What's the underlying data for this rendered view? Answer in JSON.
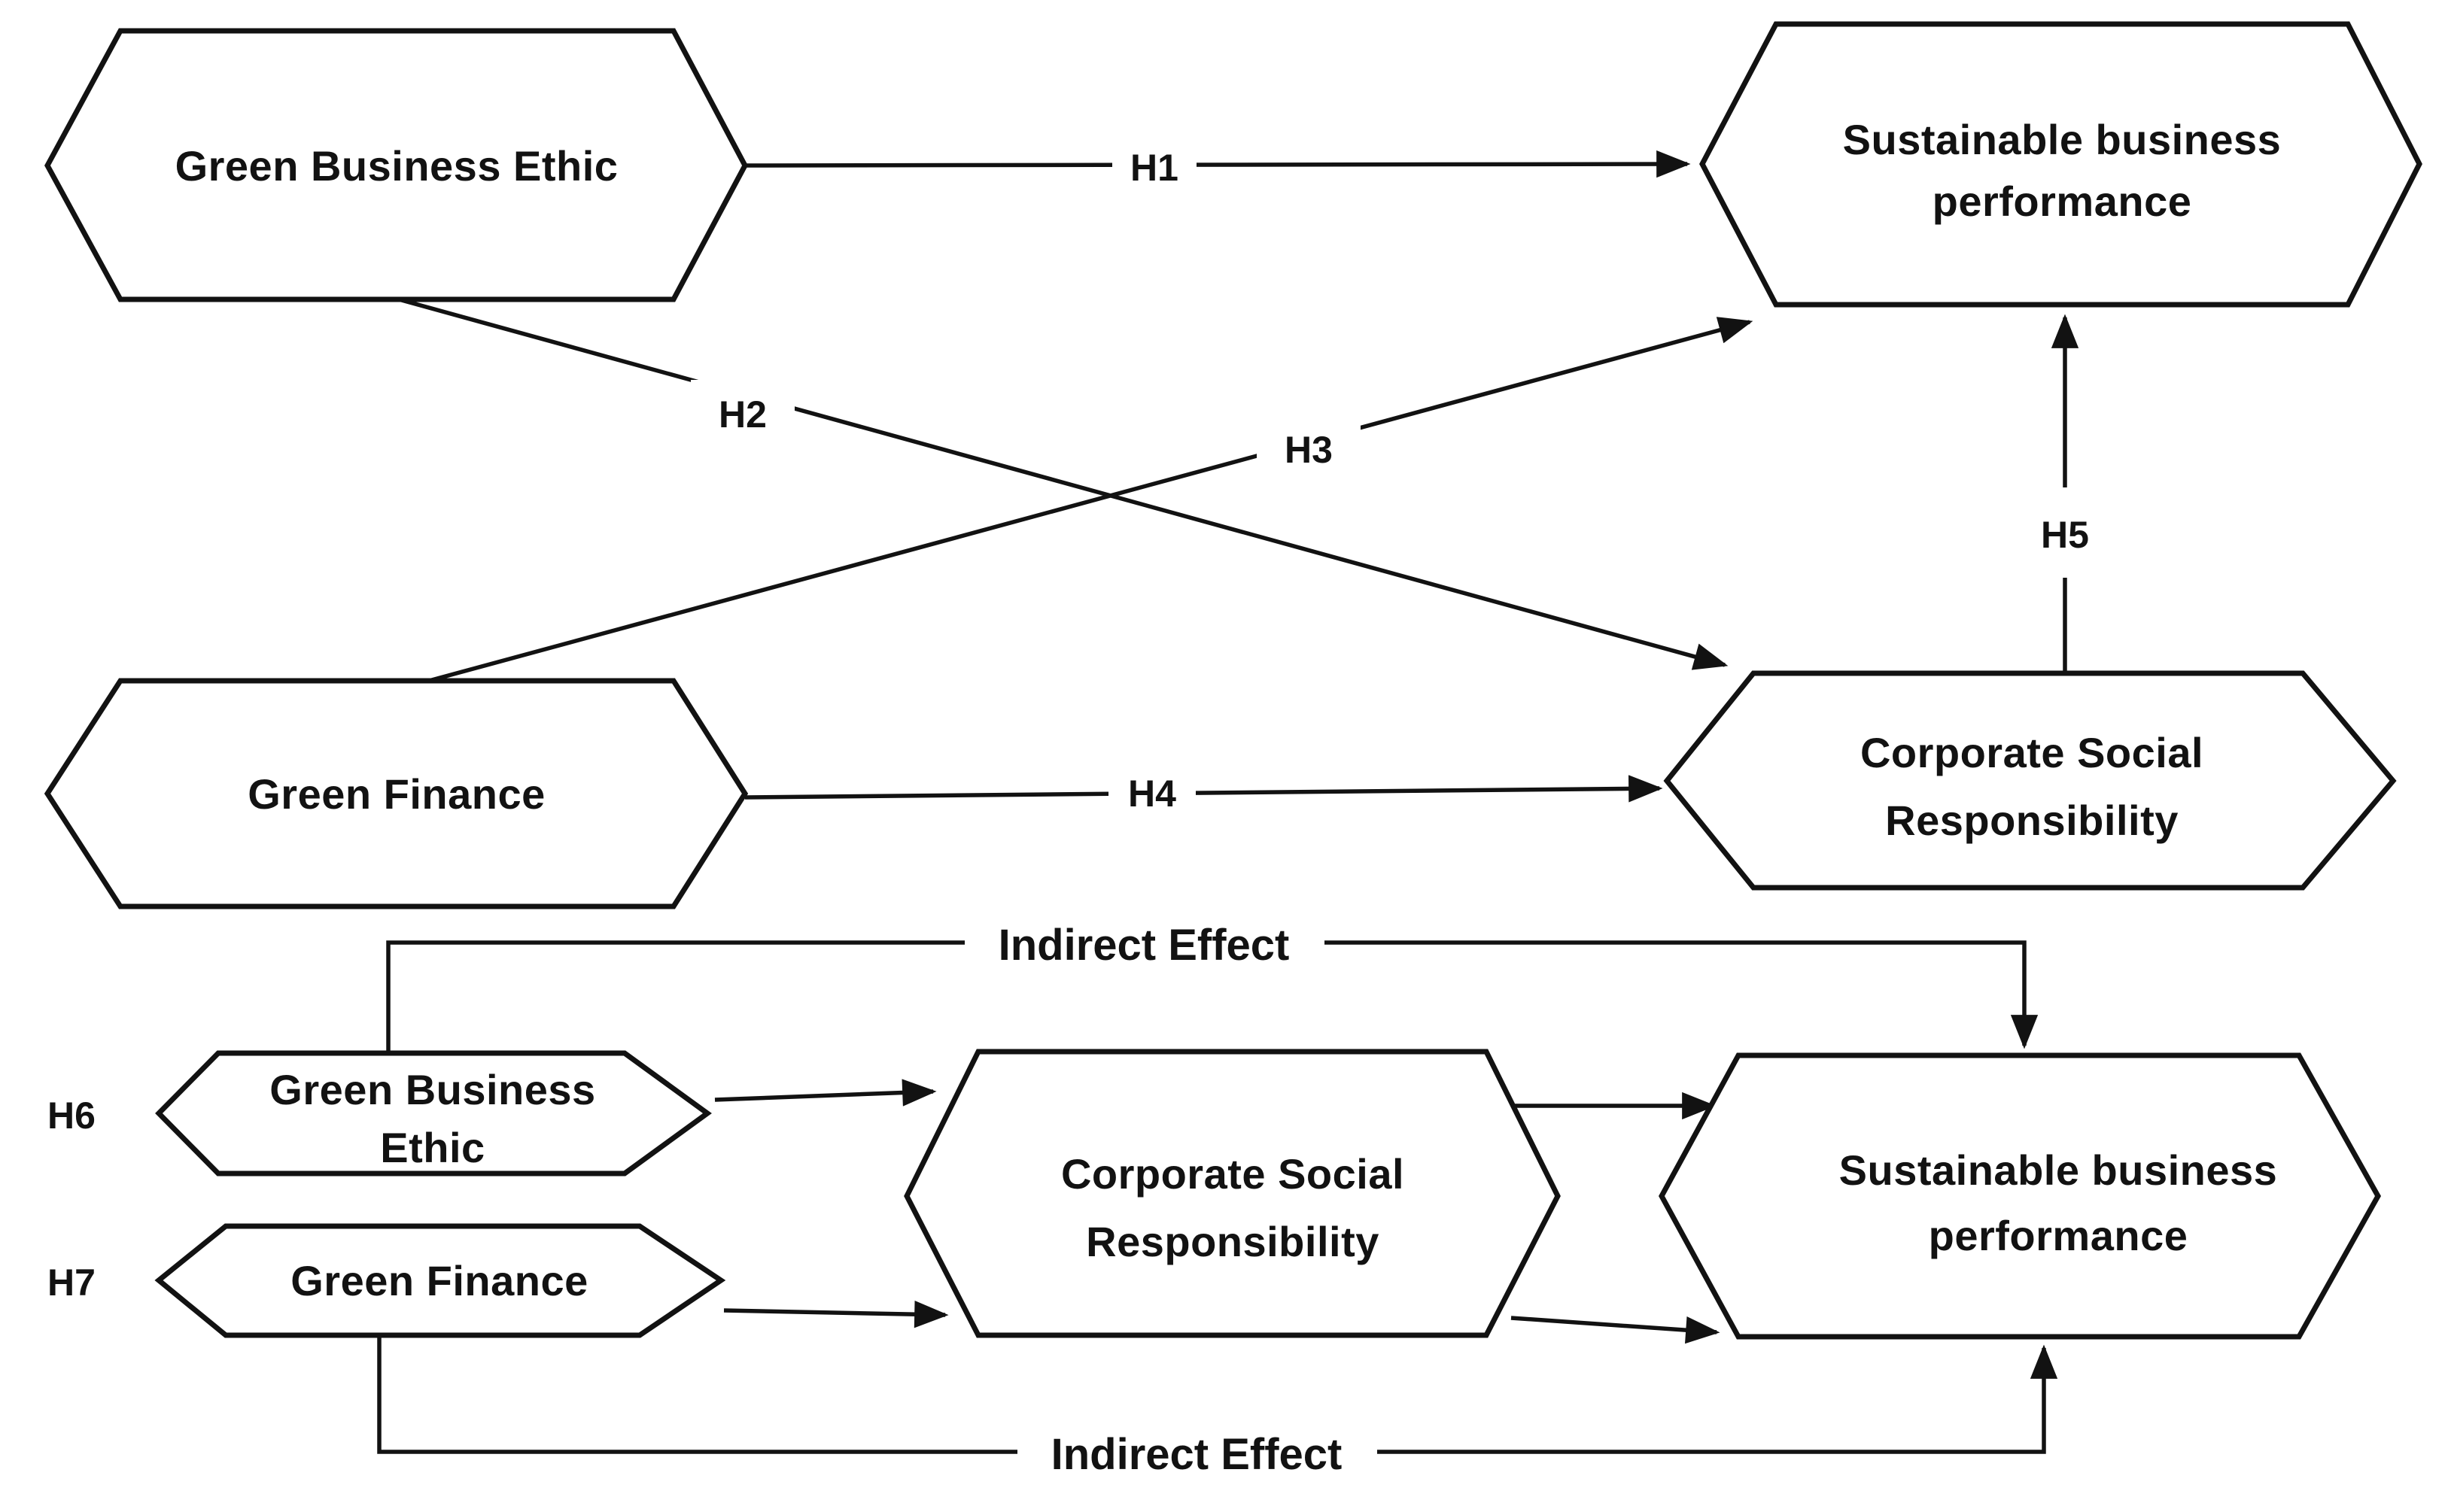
{
  "figure": {
    "colors": {
      "ink": "#121212",
      "background": "#ffffff"
    },
    "direct_model": {
      "nodes": {
        "green_business_ethic": {
          "label": "Green Business Ethic"
        },
        "sustainable_business_performance": {
          "line1": "Sustainable business",
          "line2": "performance"
        },
        "green_finance": {
          "label": "Green Finance"
        },
        "corporate_social_responsibility": {
          "line1": "Corporate Social",
          "line2": "Responsibility"
        }
      },
      "hypotheses": {
        "h1": "H1",
        "h2": "H2",
        "h3": "H3",
        "h4": "H4",
        "h5": "H5"
      }
    },
    "mediation_model": {
      "hypotheses": {
        "h6": "H6",
        "h7": "H7"
      },
      "nodes": {
        "green_business_ethic": {
          "line1": "Green Business",
          "line2": "Ethic"
        },
        "green_finance": {
          "label": "Green Finance"
        },
        "corporate_social_responsibility": {
          "line1": "Corporate Social",
          "line2": "Responsibility"
        },
        "sustainable_business_performance": {
          "line1": "Sustainable business",
          "line2": "performance"
        }
      },
      "indirect_effect_top": "Indirect Effect",
      "indirect_effect_bottom": "Indirect Effect"
    }
  }
}
